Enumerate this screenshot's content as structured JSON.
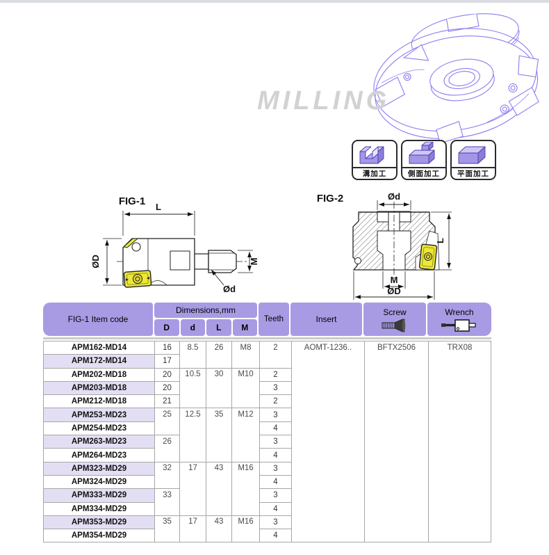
{
  "brand": {
    "watermark": "MILLING"
  },
  "machining": {
    "items": [
      {
        "icon": "slot-machining-icon",
        "label": "溝加工"
      },
      {
        "icon": "side-machining-icon",
        "label": "側面加工"
      },
      {
        "icon": "face-machining-icon",
        "label": "平面加工"
      }
    ]
  },
  "figures": {
    "fig1": {
      "title": "FIG-1",
      "dim_length": "L",
      "dim_outer_dia": "ØD",
      "dim_thread": "M",
      "dim_neck_dia": "Ød"
    },
    "fig2": {
      "title": "FIG-2",
      "dim_length": "L",
      "dim_outer_dia": "ØD",
      "dim_thread": "M",
      "dim_neck_dia": "Ød"
    }
  },
  "table": {
    "headers": {
      "item_code": "FIG-1 Item code",
      "dimensions": "Dimensions,mm",
      "dim_cols": [
        "D",
        "d",
        "L",
        "M"
      ],
      "teeth": "Teeth",
      "insert": "Insert",
      "screw": "Screw",
      "wrench": "Wrench"
    },
    "shared": {
      "insert": "AOMT-1236..",
      "screw": "BFTX2506",
      "wrench": "TRX08"
    },
    "rows": [
      {
        "code": "APM162-MD14",
        "cells": [
          {
            "v": "16"
          },
          {
            "v": "8.5",
            "rs": 2
          },
          {
            "v": "26",
            "rs": 2
          },
          {
            "v": "M8",
            "rs": 2
          },
          {
            "v": "2",
            "rs": 2
          }
        ]
      },
      {
        "code": "APM172-MD14",
        "cells": [
          {
            "v": "17"
          }
        ]
      },
      {
        "code": "APM202-MD18",
        "cells": [
          {
            "v": "20"
          },
          {
            "v": "10.5",
            "rs": 3
          },
          {
            "v": "30",
            "rs": 3
          },
          {
            "v": "M10",
            "rs": 3
          },
          {
            "v": "2"
          }
        ]
      },
      {
        "code": "APM203-MD18",
        "cells": [
          {
            "v": "20"
          },
          {
            "v": "3"
          }
        ]
      },
      {
        "code": "APM212-MD18",
        "cells": [
          {
            "v": "21"
          },
          {
            "v": "2"
          }
        ]
      },
      {
        "code": "APM253-MD23",
        "cells": [
          {
            "v": "25",
            "rs": 2
          },
          {
            "v": "12.5",
            "rs": 4
          },
          {
            "v": "35",
            "rs": 4
          },
          {
            "v": "M12",
            "rs": 4
          },
          {
            "v": "3"
          }
        ]
      },
      {
        "code": "APM254-MD23",
        "cells": [
          {
            "v": "4"
          }
        ]
      },
      {
        "code": "APM263-MD23",
        "cells": [
          {
            "v": "26",
            "rs": 2
          },
          {
            "v": "3"
          }
        ]
      },
      {
        "code": "APM264-MD23",
        "cells": [
          {
            "v": "4"
          }
        ]
      },
      {
        "code": "APM323-MD29",
        "cells": [
          {
            "v": "32",
            "rs": 2
          },
          {
            "v": "17",
            "rs": 4
          },
          {
            "v": "43",
            "rs": 4
          },
          {
            "v": "M16",
            "rs": 4
          },
          {
            "v": "3"
          }
        ]
      },
      {
        "code": "APM324-MD29",
        "cells": [
          {
            "v": "4"
          }
        ]
      },
      {
        "code": "APM333-MD29",
        "cells": [
          {
            "v": "33",
            "rs": 2
          },
          {
            "v": "3"
          }
        ]
      },
      {
        "code": "APM334-MD29",
        "cells": [
          {
            "v": "4"
          }
        ]
      },
      {
        "code": "APM353-MD29",
        "cells": [
          {
            "v": "35",
            "rs": 2
          },
          {
            "v": "17",
            "rs": 2
          },
          {
            "v": "43",
            "rs": 2
          },
          {
            "v": "M16",
            "rs": 2
          },
          {
            "v": "3"
          }
        ]
      },
      {
        "code": "APM354-MD29",
        "cells": [
          {
            "v": "4"
          }
        ]
      }
    ]
  },
  "colors": {
    "header_purple": "#a89be4",
    "row_shade": "#e4def4",
    "drawing_purple": "#8a7df0",
    "icon_purple": "#a396e6",
    "insert_yellow": "#ece838",
    "watermark_gray": "#d2d2d2"
  }
}
